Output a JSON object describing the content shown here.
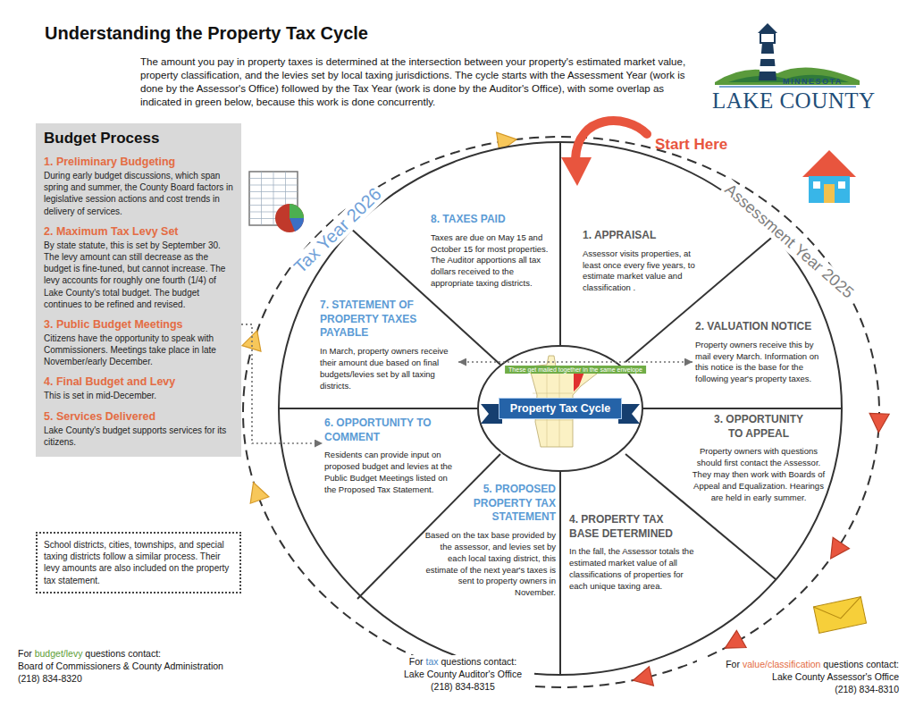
{
  "diagram": {
    "title": "Understanding the Property Tax Cycle",
    "nodes": [
      {
        "text": [
          "Budget Process",
          "1. Preliminary Budgeting",
          "During early budget discussions, which span spring and summer, the County Board factors in legislative session actions and cost trends in delivery of services.",
          "2. Maximum Tax Levy Set",
          "By state statute, this is set by September 30. The levy amount can still decrease as the budget is fine-tuned, but cannot increase. The levy accounts for roughly one fourth (1/4) of Lake County's total budget. The budget continues to be refined and revised.",
          "3. Public Budget Meetings",
          "Citizens have the opportunity to speak with Commissioners. Meetings take place in late November/early December.",
          "4. Final Budget and Levy",
          "This is set in mid-December.",
          "5. Services Delivered",
          "Lake County's budget supports services for its citizens."
        ]
      },
      {
        "text": [
          "School districts, cities, townships, and special taxing districts follow a similar process. Their levy amounts are also included on the property tax statement."
        ]
      },
      {
        "text": [
          "1. APPRAISAL",
          "Assessor visits properties, at least once every five years, to estimate market value and classification ."
        ]
      },
      {
        "text": [
          "2. VALUATION NOTICE",
          "Property owners receive this by mail every March. Information on this notice is the base for the following year's property taxes."
        ]
      },
      {
        "text": [
          "3. OPPORTUNITY TO APPEAL",
          "Property owners with questions should first contact the Assessor. They may then work with Boards of Appeal and Equalization. Hearings are held in early summer."
        ]
      },
      {
        "text": [
          "4. PROPERTY TAX BASE DETERMINED",
          "In the fall, the Assessor totals the estimated market value of all classifications of properties for each unique taxing area."
        ]
      },
      {
        "text": [
          "5. PROPOSED PROPERTY TAX STATEMENT",
          "Based on the tax base provided by the assessor, and levies set by each local taxing district, this estimate of the next year's taxes is sent to property owners in November."
        ]
      },
      {
        "text": [
          "6. OPPORTUNITY TO COMMENT",
          "Residents can provide input on proposed budget and levies at the Public Budget Meetings listed on the Proposed Tax Statement."
        ]
      },
      {
        "text": [
          "7. STATEMENT OF PROPERTY TAXES PAYABLE",
          "In March, property owners receive their amount due based on final budgets/levies set by all taxing districts."
        ]
      },
      {
        "text": [
          "8. TAXES PAID",
          "Taxes are due on May 15 and October 15 for most properties. The Auditor apportions all tax dollars received to the appropriate taxing districts."
        ]
      },
      {
        "text": [
          "Property Tax Cycle"
        ]
      }
    ],
    "edges": [
      {
        "from": 8,
        "to": 3,
        "label": "These get mailed together in the same envelope",
        "arrow": "both"
      },
      {
        "from": 0,
        "to": 7,
        "arrow": "to"
      }
    ],
    "labels": [
      "The amount you pay in property taxes is determined at the intersection between your property's estimated market value, property classification, and the levies set by local taxing jurisdictions. The cycle starts with the Assessment Year (work is done by the Assessor's Office) followed by the Tax Year (work is done by the Auditor's Office), with some overlap as indicated in green below, because this work is done concurrently.",
      "MINNESOTA",
      "LAKE COUNTY",
      "Start Here",
      "Tax Year 2026",
      "Assessment Year 2025",
      "For",
      "budget/levy",
      "questions contact:",
      "Board of Commissioners & County Administration",
      "(218) 834-8320",
      "For",
      "tax",
      "questions contact:",
      "Lake County Auditor's Office",
      "(218) 834-8315",
      "For",
      "value/classification",
      "questions contact:",
      "Lake County Assessor's Office",
      "(218) 834-8310"
    ]
  }
}
